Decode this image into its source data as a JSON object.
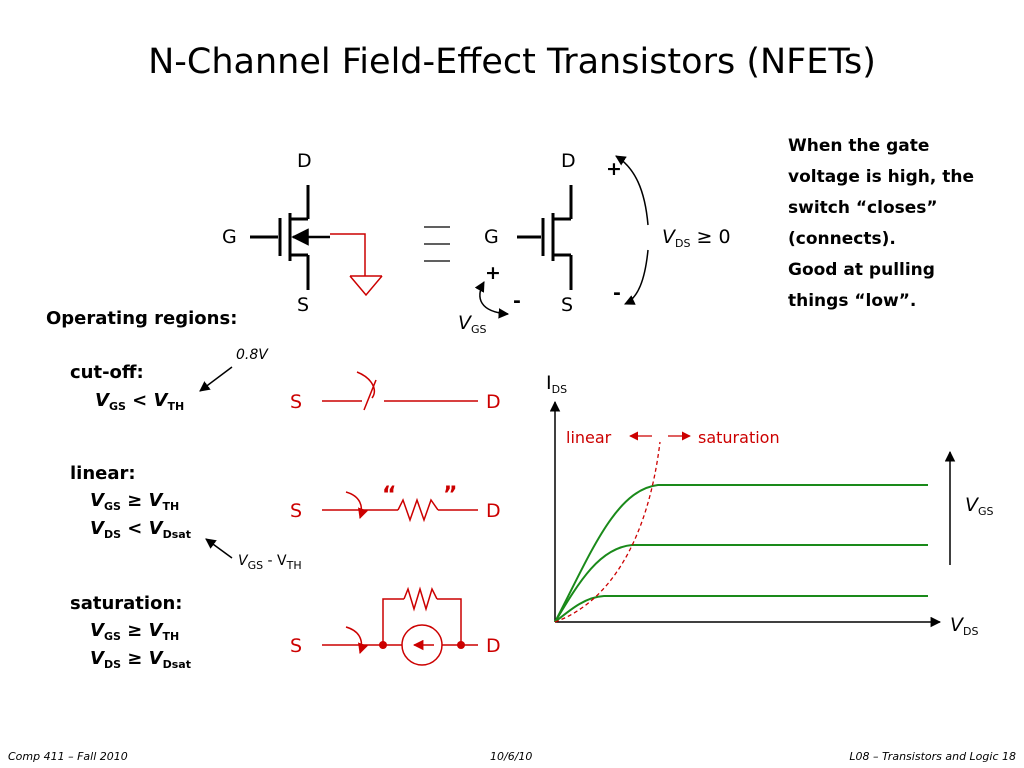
{
  "title": "N-Channel Field-Effect Transistors (NFETs)",
  "symbol": {
    "left": {
      "drain": "D",
      "gate": "G",
      "source": "S"
    },
    "right": {
      "drain": "D",
      "gate": "G",
      "source": "S",
      "plus_top": "+",
      "minus_right": "-",
      "plus_gate": "+",
      "minus_source": "-"
    },
    "vds_label": "V",
    "vds_sub": "DS",
    "vds_cond": "≥ 0",
    "vgs_label": "V",
    "vgs_sub": "GS"
  },
  "note": {
    "lines": [
      "When the gate",
      "voltage is high, the",
      "switch “closes”",
      "(connects).",
      "Good at pulling",
      "things “low”."
    ]
  },
  "regions": {
    "heading": "Operating regions:",
    "cutoff": {
      "name": "cut-off:",
      "v": "V",
      "gs": "GS",
      "op": "<",
      "v2": "V",
      "th": "TH",
      "annotation": "0.8V"
    },
    "linear": {
      "name": "linear:",
      "l1_v": "V",
      "l1_gs": "GS",
      "l1_op": "≥",
      "l1_v2": "V",
      "l1_th": "TH",
      "l2_v": "V",
      "l2_ds": "DS",
      "l2_op": "<",
      "l2_v2": "V",
      "l2_dsat": "Dsat",
      "annotation_v": "V",
      "annotation_gs": "GS",
      "annotation_op": "- V",
      "annotation_th": "TH"
    },
    "saturation": {
      "name": "saturation:",
      "l1_v": "V",
      "l1_gs": "GS",
      "l1_op": "≥",
      "l1_v2": "V",
      "l1_th": "TH",
      "l2_v": "V",
      "l2_ds": "DS",
      "l2_op": "≥",
      "l2_v2": "V",
      "l2_dsat": "Dsat"
    }
  },
  "switches": {
    "cutoff": {
      "s": "S",
      "d": "D"
    },
    "linear": {
      "s": "S",
      "d": "D",
      "quote_open": "“",
      "quote_close": "”"
    },
    "saturation": {
      "s": "S",
      "d": "D"
    }
  },
  "graph": {
    "y_label": "I",
    "y_sub": "DS",
    "x_label": "V",
    "x_sub": "DS",
    "vgs_label": "V",
    "vgs_sub": "GS",
    "linear_label": "linear",
    "saturation_label": "saturation"
  },
  "colors": {
    "accent_red": "#cc0000",
    "curve_green": "#1a8a1a"
  },
  "footer": {
    "left": "Comp 411 – Fall 2010",
    "center": "10/6/10",
    "right": "L08 – Transistors and Logic  18"
  }
}
